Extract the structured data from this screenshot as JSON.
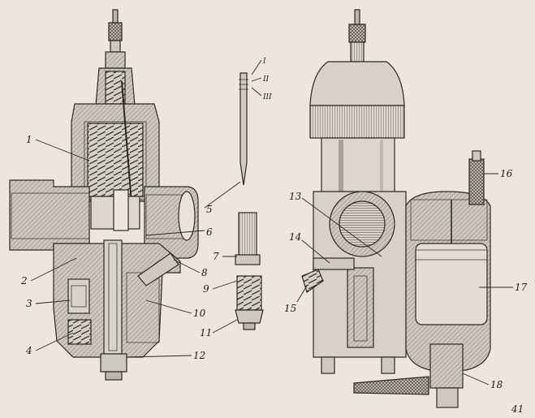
{
  "labels": {
    "n1": "1",
    "n2": "2",
    "n3": "3",
    "n4": "4",
    "n5": "5",
    "n6": "6",
    "n7": "7",
    "n8": "8",
    "n9": "9",
    "n10": "10",
    "n11": "11",
    "n12": "12",
    "n13": "13",
    "n14": "14",
    "n15": "15",
    "n16": "16",
    "n17": "17",
    "n18": "18",
    "roman1": "I",
    "roman2": "II",
    "roman3": "III"
  },
  "figure_number": "41",
  "colors": {
    "paper": "#ece6de",
    "ink": "#2b2927",
    "section": "#bdb6ad",
    "body": "#d8d1c7",
    "shade": "#9c958c"
  }
}
